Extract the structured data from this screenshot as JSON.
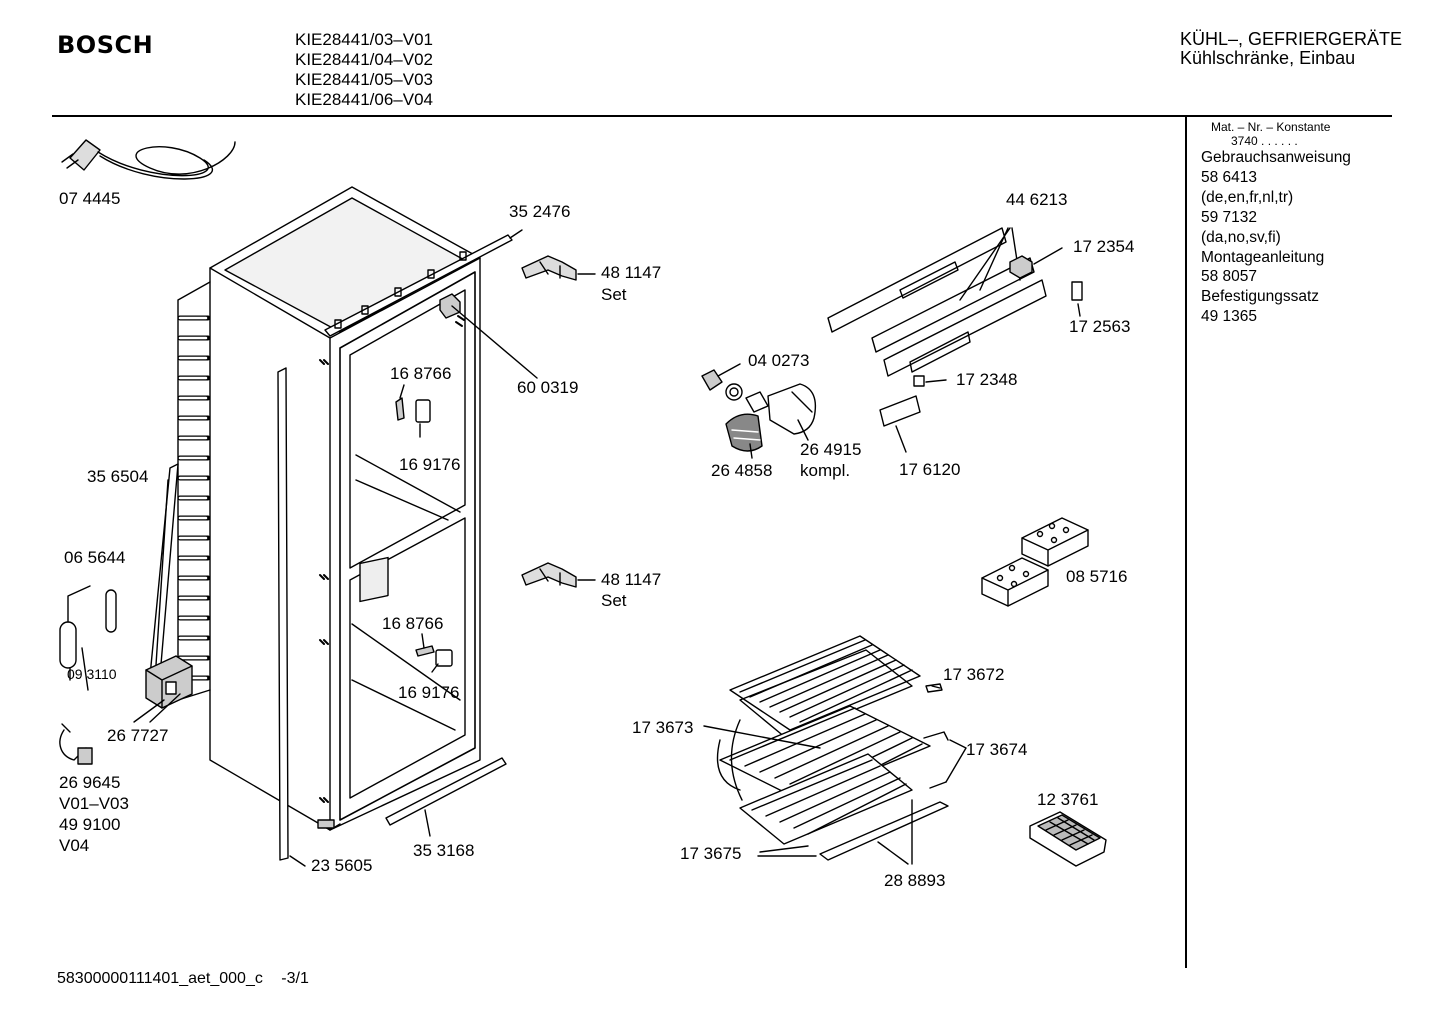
{
  "header": {
    "brand": "BOSCH",
    "models": [
      "KIE28441/03–V01",
      "KIE28441/04–V02",
      "KIE28441/05–V03",
      "KIE28441/06–V04"
    ],
    "category_line1": "KÜHL–, GEFRIERGERÄTE",
    "category_line2": "Kühlschränke, Einbau"
  },
  "sidebar": {
    "const_label": "Mat. – Nr. – Konstante",
    "const_value": "3740 . . . . . .",
    "lines": [
      "Gebrauchsanweisung",
      "58 6413",
      "(de,en,fr,nl,tr)",
      "59 7132",
      "(da,no,sv,fi)",
      "Montageanleitung",
      "58 8057",
      "Befestigungssatz",
      "49 1365"
    ]
  },
  "parts": {
    "p074445": "07 4445",
    "p352476": "35 2476",
    "p481147a": "48 1147",
    "set_a": "Set",
    "p603019": "60 0319",
    "p168766a": "16 8766",
    "p169176a": "16 9176",
    "p356504": "35 6504",
    "p065644": "06 5644",
    "p093110": "09 3110",
    "p267727": "26 7727",
    "p269645": "26 9645",
    "v01v03": "V01–V03",
    "p499100": "49 9100",
    "v04": "V04",
    "p481147b": "48 1147",
    "set_b": "Set",
    "p168766b": "16 8766",
    "p169176b": "16 9176",
    "p353168": "35 3168",
    "p235605": "23 5605",
    "p446213": "44 6213",
    "p172354": "17 2354",
    "p172563": "17 2563",
    "p040273": "04 0273",
    "p172348": "17 2348",
    "p264915": "26 4915",
    "kompl": "kompl.",
    "p264858": "26 4858",
    "p176120": "17 6120",
    "p085716": "08 5716",
    "p173672": "17 3672",
    "p173673": "17 3673",
    "p173674": "17 3674",
    "p123761": "12 3761",
    "p173675": "17 3675",
    "p288893": "28 8893"
  },
  "footer": {
    "doc_id": "58300000111401_aet_000_c",
    "page": "-3/1"
  }
}
